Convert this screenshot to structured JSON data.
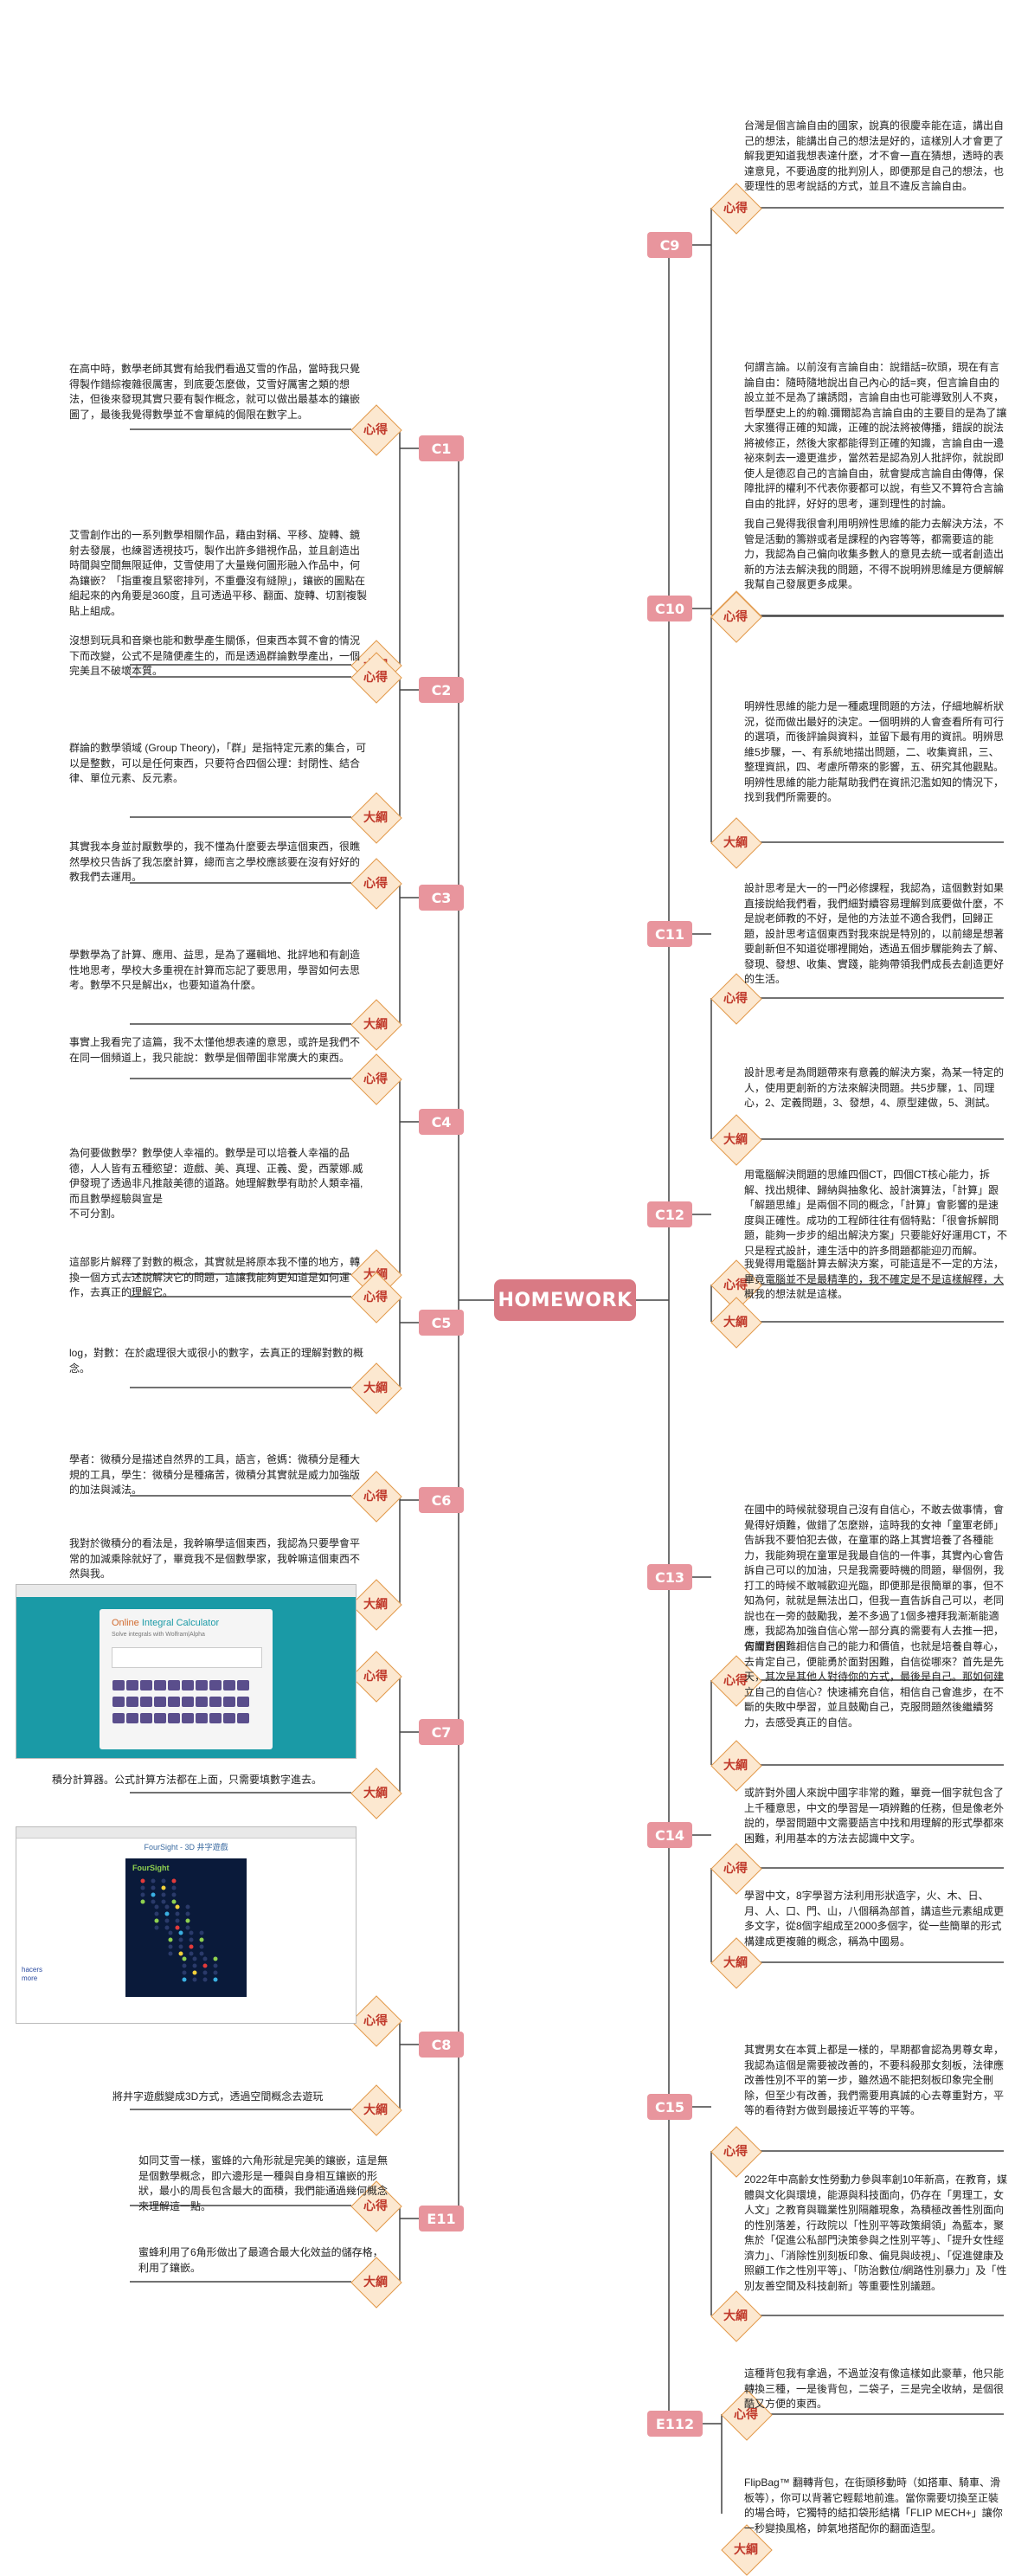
{
  "root": {
    "label": "HOMEWORK"
  },
  "heart_label": "心得",
  "outline_label": "大綱",
  "topics": [
    {
      "id": "C1",
      "heart": "在高中時，數學老師其實有給我們看過艾雪的作品，當時我只覺得製作錯綜複雜很厲害，到底要怎麼做，艾雪好厲害之類的想法，但後來發現其實只要有製作概念，就可以做出最基本的鑲嵌圖了，最後我覺得數學並不會單純的侷限在數字上。",
      "outline": "艾雪創作出的一系列數學相關作品，藉由對稱、平移、旋轉、鏡射去發展，也練習透視技巧，製作出許多錯視作品，並且創造出時間與空間無限延伸，艾雪使用了大量幾何圖形融入作品中，何為鑲嵌？「指重複且緊密排列，不重疊沒有縫隙」，鑲嵌的圖點在組起來的內角要是360度，且可透過平移、翻面、旋轉、切割複製貼上組成。"
    },
    {
      "id": "C2",
      "heart": "沒想到玩具和音樂也能和數學產生關係，但東西本質不會的情況下而改變，公式不是隨便產生的，而是透過群論數學產出，一個完美且不破壞本質。",
      "outline": "群論的數學領域 (Group Theory)，「群」是指特定元素的集合，可以是整數，可以是任何東西，只要符合四個公理：封閉性、結合律、單位元素、反元素。"
    },
    {
      "id": "C3",
      "heart": "其實我本身並討厭數學的，我不懂為什麼要去學這個東西，很瞧然學校只告訴了我怎麼計算，總而言之學校應該要在沒有好好的教我們去運用。",
      "outline": "學數學為了計算、應用、益思，是為了邏輯地、批評地和有創造性地思考，學校大多重視在計算而忘記了要思用，學習如何去思考。數學不只是解出x，也要知道為什麼。"
    },
    {
      "id": "C4",
      "heart": "事實上我看完了這篇，我不太懂他想表達的意思，或許是我們不在同一個頻道上，我只能說：數學是個帶圍非常廣大的東西。",
      "outline": "為何要做數學？數學使人幸福的。數學是可以培養人幸福的品德，人人皆有五種慾望：遊戲、美、真理、正義、愛，西蒙娜.威伊發現了透過非凡推敲美德的道路。她理解數學有助於人類幸福,而且數學經驗與宣是\n不可分割。"
    },
    {
      "id": "C5",
      "heart": "這部影片解釋了對數的概念，其實就是將原本我不懂的地方，轉換一個方式去述說解決它的問題，這讓我能夠更知道是如何運作，去真正的理解它。",
      "outline": "log，對數：在於處理很大或很小的數字，去真正的理解對數的概念。"
    },
    {
      "id": "C6",
      "heart": "學者：微積分是描述自然界的工具，語言，爸媽：微積分是種大規的工具，學生：微積分是種痛苦，微積分其實就是威力加強版的加法與減法。",
      "outline": "我對於微積分的看法是，我幹嘛學這個東西，我認為只要學會平常的加減乘除就好了，畢竟我不是個數學家，我幹嘛這個東西不然與我。"
    },
    {
      "id": "C7",
      "heart": "",
      "outline": "積分計算器。公式計算方法都在上面，只需要填數字進去。"
    },
    {
      "id": "C8",
      "heart": "",
      "outline": "將井字遊戲變成3D方式，透過空間概念去遊玩"
    },
    {
      "id": "E11",
      "heart": "如同艾雪一樣，蜜蜂的六角形就是完美的鑲嵌，這是無是個數學概念，即六邊形是一種與自身相互鑲嵌的形狀，最小的周長包含最大的面積，我們能通過幾何概念來理解這一點。",
      "outline": "蜜蜂利用了6角形做出了最適合最大化效益的儲存格，利用了鑲嵌。"
    },
    {
      "id": "C9",
      "heart": "台灣是個言論自由的國家，說真的很慶幸能在這，講出自己的想法，能講出自己的想法是好的，這樣別人才會更了解我更知道我想表達什麼，才不會一直在猜想，透時的表達意見，不要過度的批判別人，即便那是自己的想法，也要理性的思考說話的方式，並且不違反言論自由。",
      "outline": "何謂言論。以前沒有言論自由：說錯話=砍頭，現在有言論自由：隨時隨地說出自己內心的話=爽，但言論自由的設立並不是為了讓誘悶，言論自由也可能導致別人不爽，哲學歷史上的約翰.彌爾認為言論自由的主要目的是為了讓大家獲得正確的知識，正確的說法將被傳播，錯誤的說法將被修正，然後大家都能得到正確的知識，言論自由一邊祕來刺去一邊更進步，當然若是認為別人批評你，就說即使人是德忍自己的言論自由，就會變成言論自由傳傳，保障批評的權利不代表你要都可以說，有些又不算符合言論自由的批評，好好的思考，運到理性的討論。"
    },
    {
      "id": "C10",
      "heart": "我自己覺得我很會利用明辨性思維的能力去解決方法，不管是活動的籌辦或者是課程的內容等等，都需要這的能力，我認為自己偏向收集多數人的意見去統一或者創造出新的方法去解決我的問題，不得不說明辨思維是方便解解我幫自己發展更多成果。",
      "outline": "明辨性思維的能力是一種處理問題的方法，仔細地解析狀況，從而做出最好的決定。一個明辨的人會查看所有可行的選項，而後評論與資料，並留下最有用的資訊。明辨思維5步驟，一、有系統地描出問題，二、收集資訊，三、整理資訊，四、考慮所帶來的影響，五、研究其他觀點。明辨性思維的能力能幫助我們在資訊氾濫如知的情況下，找到我們所需要的。"
    },
    {
      "id": "C11",
      "heart": "設計思考是大一的一門必修課程，我認為，這個數對如果直接說給我們看，我們細對續容易理解到底要做什麼，不是說老師教的不好，是他的方法並不適合我們，回歸正題，設計思考這個東西對我來說是特別的，以前總是想著要創新但不知道從哪裡開始，透過五個步驟能夠去了解、發現、發想、收集、實踐，能夠帶領我們成長去創造更好的生活。",
      "outline": "設計思考是為問題帶來有意義的解決方案，為某一特定的人，使用更創新的方法來解決問題。共5步驟，1、同理心，2、定義問題，3、發想，4、原型建做，5、測試。"
    },
    {
      "id": "C12",
      "heart": "用電腦解決問題的思維四個CT，四個CT核心能力，拆解、找出規律、歸納與抽象化、設計演算法，「計算」跟「解題思維」是兩個不同的概念，「計算」會影響的是速度與正確性。成功的工程師往往有個特點：「很會拆解問題，能夠一步步的組出解決方案」只要能好好運用CT，不只是程式設計，連生活中的許多問題都能迎刃而解。",
      "outline": "我覺得用電腦計算去解決方案，可能這是不一定的方法，畢竟電腦並不是最精準的，我不確定是不是這樣解釋，大概我的想法就是這樣。"
    },
    {
      "id": "C13",
      "heart": "在國中的時候就發現自己沒有自信心，不敢去做事情，會覺得好煩難，做錯了怎麼辦，這時我的女神「童軍老師」告訴我不要怕犯去做，在童軍的路上其實培養了各種能力，我能夠現在童軍是我最自信的一件事，其實內心會告訴自己可以的加油，只是我需要時機的問題，舉個例，我打工的時候不敢喊歡迎光臨，即便那是很簡單的事，但不知為何，就就是無法出口，但我一直告訴自己可以，老同說也在一旁的鼓勵我，差不多過了1個多禮拜我漸漸能適應，我認為加強自信心常一部分真的需要有人去推一把，去面對困難。",
      "outline": "何謂自信：相信自己的能力和價值，也就是培養自尊心，去肯定自己，便能勇於面對困難，自信從哪來？首先是先天，其次是其他人對待你的方式，最後是自己。那如何建立自己的自信心？快速補充自信，相信自己會進步，在不斷的失敗中學習，並且鼓勵自己，克服問題然後繼續努力，去感受真正的自信。"
    },
    {
      "id": "C14",
      "heart": "或許對外國人來說中國字非常的難，畢竟一個字就包含了上千種意思，中文的學習是一項辨難的任務，但是像老外說的，學習問題中文需要語言中找和用理解的形式學都來困難，利用基本的方法去認識中文字。",
      "outline": "學習中文，8字學習方法利用形狀造字，火、木、日、月、人、口、門、山，八個稱為部首，講這些元素組成更多文字，從8個字組成至2000多個字，從一些簡單的形式構建成更複雜的概念，稱為中國易。"
    },
    {
      "id": "C15",
      "heart": "其實男女在本質上都是一樣的，早期都會認為男尊女卑，我認為這個是需要被改善的，不要科殺那女刻板，法律應改善性別不平的第一步，雖然過不能把刻板印象完全刪除，但至少有改善，我們需要用真誠的心去尊重對方，平等的看待對方做到最接近平等的平等。",
      "outline": "2022年中高齡女性勞動力參與率創10年新高，在教育，媒體與文化與環境，能源與科技面向，仍存在「男理工，女人文」之教育與職業性別隔離現象，為積極改善性別面向的性別落差，行政院以「性別平等政策綱領」為藍本，聚焦於「促進公私部門決策參與之性別平等」、「提升女性經濟力」、「消除性別刻板印象、偏見與歧視」、「促進健康及照顧工作之性別平等」、「防治數位/網路性別暴力」及「性別友善空間及科技創新」等重要性別議題。"
    },
    {
      "id": "E112",
      "heart": "這種背包我有拿過，不過並沒有像這樣如此豪華，他只能轉換三種，一是後背包，二袋子，三是完全收納，是個很酷又方便的東西。",
      "outline": "FlipBag™ 翻轉背包，在街頭移動時（如搭車、騎車、滑板等），你可以背著它輕鬆地前進。當你需要切換至正裝的場合時，它獨特的結扣袋形結構「FLIP MECH+」讓你一秒變換風格，帥氣地搭配你的翻面造型。"
    }
  ],
  "calculator": {
    "title_prefix": "Online",
    "title_main": "Integral Calculator",
    "subtitle": "Solve integrals with Wolfram|Alpha",
    "accent": "#1a9aa6",
    "header_color": "#f2f2f2"
  },
  "game": {
    "header_text": "FourSight - 3D 井字遊戲",
    "logo_text": "FourSight",
    "corner_text": "hacers more",
    "bg": "#0a1a3a"
  },
  "colors": {
    "root": "#d97a84",
    "topic": "#e8959d",
    "diamond_fill": "#fce8d0",
    "diamond_border": "#e29a4c",
    "line": "#444444"
  }
}
